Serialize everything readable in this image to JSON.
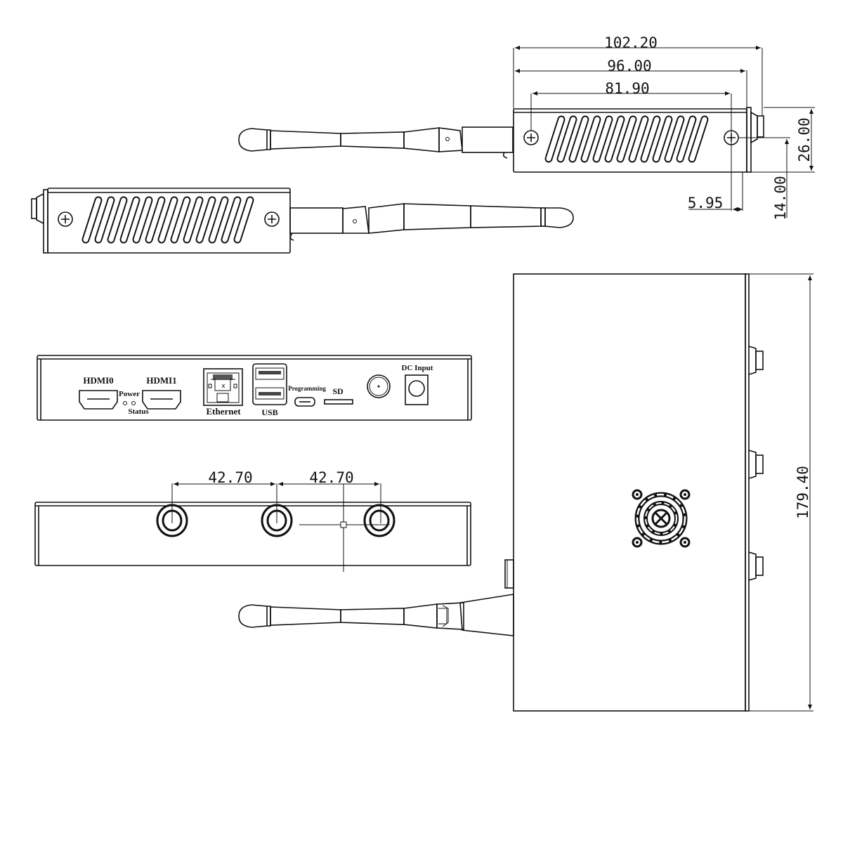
{
  "drawing": {
    "dimensions": {
      "overall_length": "102.20",
      "body_length": "96.00",
      "screw_spacing": "81.90",
      "screw_offset": "5.95",
      "height": "26.00",
      "screw_height": "14.00",
      "antenna_spacing_1": "42.70",
      "antenna_spacing_2": "42.70",
      "depth": "179.40"
    },
    "front_panel": {
      "hdmi0": "HDMI0",
      "hdmi1": "HDMI1",
      "power": "Power",
      "status": "Status",
      "ethernet": "Ethernet",
      "ethernet_mark": "x",
      "usb": "USB",
      "programming": "Programming",
      "sd": "SD",
      "dc_input": "DC Input"
    },
    "colors": {
      "line": "#111111",
      "background": "#ffffff"
    }
  }
}
